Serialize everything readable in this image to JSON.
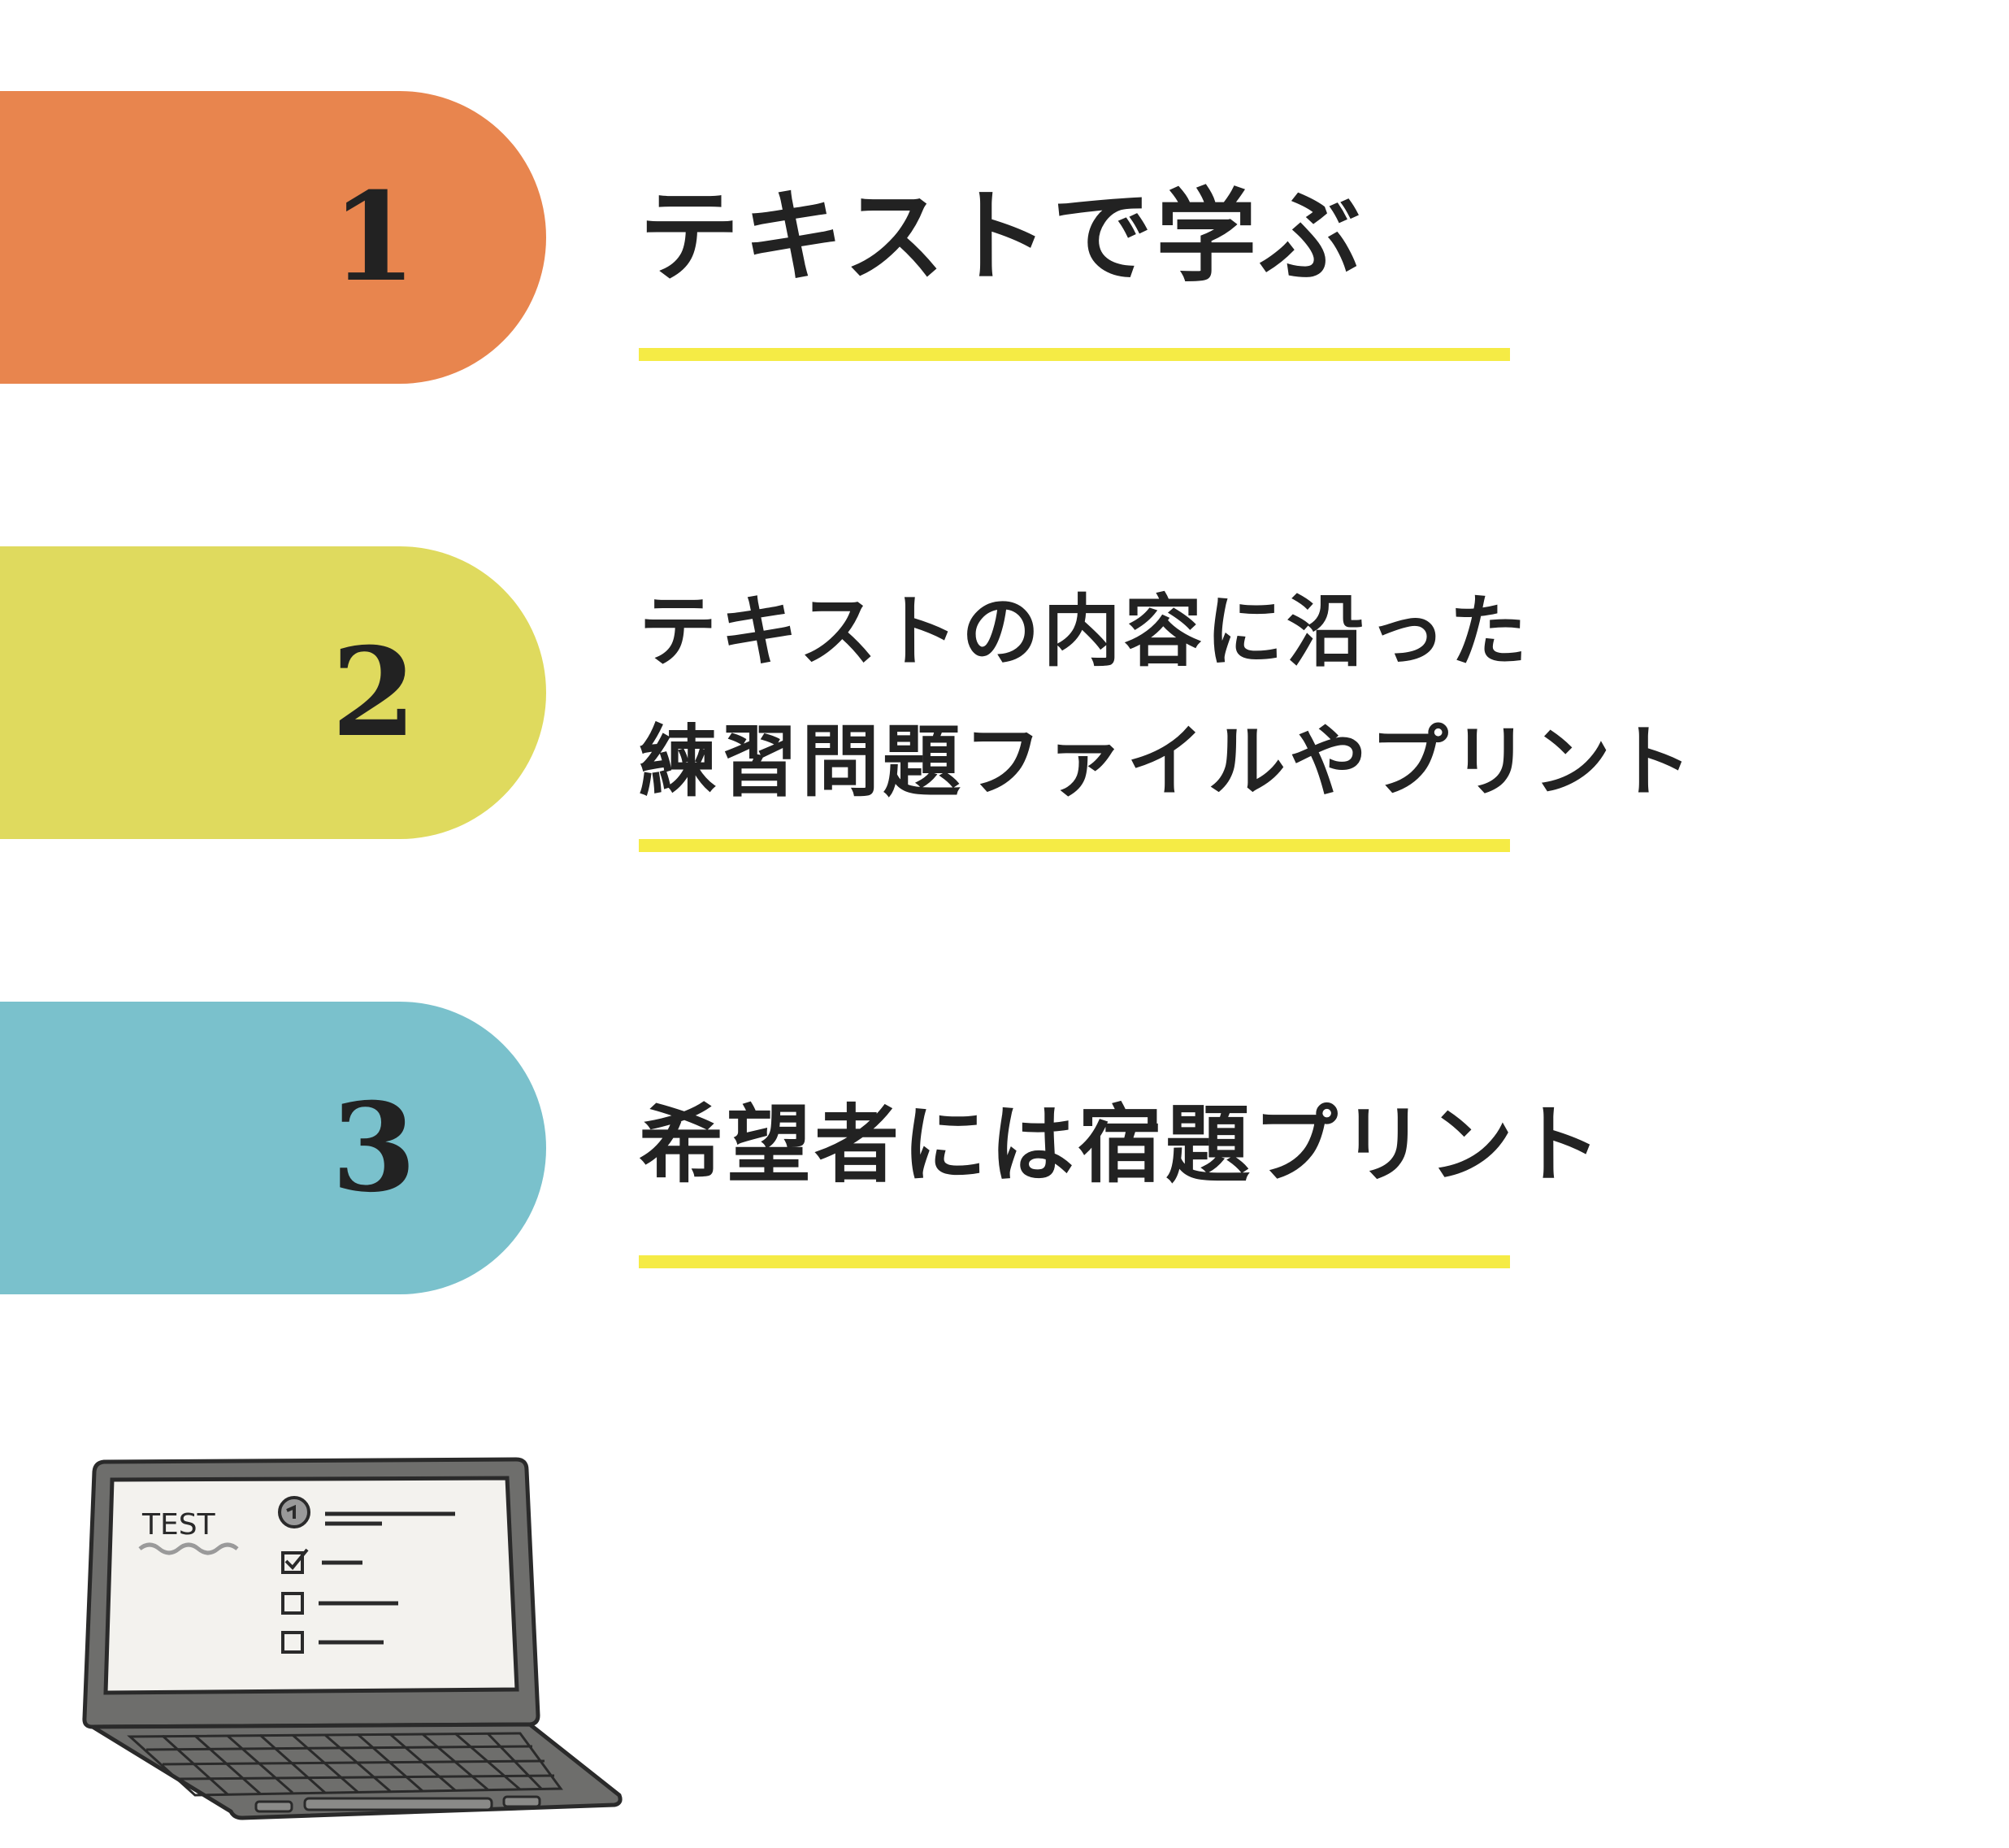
{
  "steps": [
    {
      "number": "1",
      "lines": [
        "テキストで学ぶ"
      ]
    },
    {
      "number": "2",
      "lines": [
        "テキストの内容に沿った",
        "練習問題ファイルやプリント"
      ]
    },
    {
      "number": "3",
      "lines": [
        "希望者には宿題プリント"
      ]
    }
  ],
  "illustration": {
    "screen_text": "TEST",
    "icon": "laptop-test-icon"
  },
  "colors": {
    "step1": "#E8854E",
    "step2": "#DFDA5E",
    "step3": "#7AC1CC",
    "underline": "#F5EB45",
    "text": "#222222"
  }
}
